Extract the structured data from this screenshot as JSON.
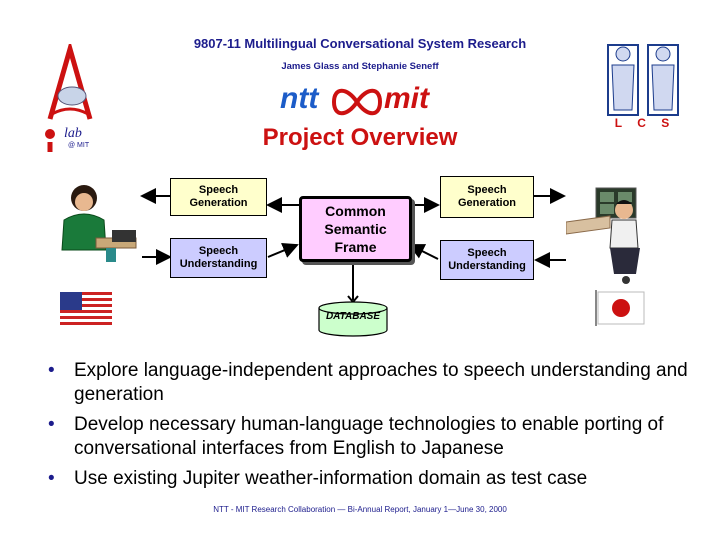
{
  "header": {
    "project_line": "9807-11 Multilingual Conversational System Research",
    "authors": "James Glass and Stephanie Seneff"
  },
  "logos": {
    "left_logo_text": "lab",
    "left_logo_sub": "@ MIT",
    "center_logo_left": "ntt",
    "center_logo_right": "mit",
    "right_logo_letters": "L C S"
  },
  "title": "Project Overview",
  "diagram": {
    "left_top_box": "Speech Generation",
    "left_bottom_box": "Speech Understanding",
    "center_box": "Common Semantic Frame",
    "right_top_box": "Speech Generation",
    "right_bottom_box": "Speech Understanding",
    "database": "DATABASE"
  },
  "bullets": [
    "Explore language-independent approaches to speech understanding and generation",
    "Develop necessary human-language technologies to enable porting of conversational interfaces from English to Japanese",
    "Use existing Jupiter weather-information domain as test case"
  ],
  "footer": "NTT - MIT Research Collaboration — Bi-Annual Report, January 1—June 30, 2000",
  "colors": {
    "header_blue": "#1c1c8c",
    "title_red": "#cc1111",
    "generation_fill": "#ffffcc",
    "understanding_fill": "#ccccff",
    "frame_fill": "#ffccff"
  }
}
